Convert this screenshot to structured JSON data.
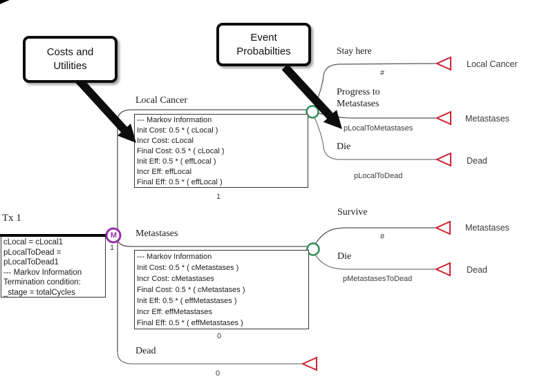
{
  "callouts": {
    "costs": {
      "text1": "Costs and",
      "text2": "Utilities"
    },
    "events": {
      "text1": "Event",
      "text2": "Probabilties"
    }
  },
  "root": {
    "label": "Tx 1",
    "node_symbol": "M",
    "node_value": "1",
    "definitions": [
      "cLocal = cLocal1",
      "pLocalToDead =",
      "pLocalToDead1",
      "--- Markov Information",
      "Termination condition:",
      "_stage = totalCycles"
    ]
  },
  "tree": {
    "local": {
      "label": "Local Cancer",
      "value": "1",
      "info": [
        "--- Markov Information",
        "Init Cost: 0.5 * ( cLocal )",
        "Incr Cost: cLocal",
        "Final Cost: 0.5 * ( cLocal )",
        "Init Eff: 0.5 * ( effLocal )",
        "Incr Eff: effLocal",
        "Final Eff: 0.5 * ( effLocal )"
      ],
      "children": [
        {
          "label": "Stay here",
          "prob": "#",
          "terminal": "Local Cancer"
        },
        {
          "label": "Progress to Metastases",
          "prob": "pLocalToMetastases",
          "terminal": "Metastases"
        },
        {
          "label": "Die",
          "prob": "pLocalToDead",
          "terminal": "Dead"
        }
      ]
    },
    "meta": {
      "label": "Metastases",
      "value": "0",
      "info": [
        "--- Markov Information",
        "Init Cost: 0.5 * ( cMetastases )",
        "Incr Cost: cMetastases",
        "Final Cost: 0.5 * ( cMetastases )",
        "Init Eff: 0.5 * ( effMetastases )",
        "Incr Eff: effMetastases",
        "Final Eff: 0.5 * ( effMetastases )"
      ],
      "children": [
        {
          "label": "Survive",
          "prob": "#",
          "terminal": "Metastases"
        },
        {
          "label": "Die",
          "prob": "pMetastasesToDead",
          "terminal": "Dead"
        }
      ]
    },
    "dead": {
      "label": "Dead",
      "value": "0"
    }
  },
  "colors": {
    "terminal_red": "#CC2233",
    "chance_green": "#2E8B57",
    "markov_purple": "#952DA8"
  }
}
